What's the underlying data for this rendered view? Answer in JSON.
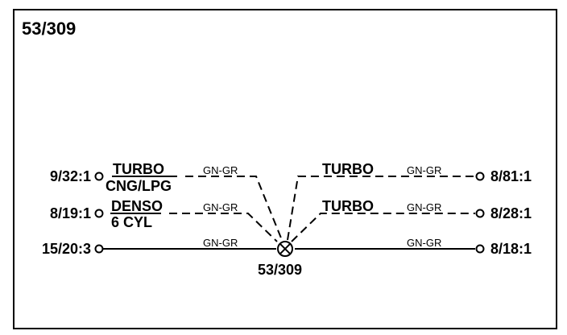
{
  "diagram": {
    "title": "53/309",
    "splice_label": "53/309",
    "wire_color": "GN-GR",
    "left": {
      "top": {
        "terminal": "9/32:1",
        "option_line1": "TURBO",
        "option_line2": "CNG/LPG"
      },
      "mid": {
        "terminal": "8/19:1",
        "option_line1": "DENSO",
        "option_line2": "6 CYL"
      },
      "bottom": {
        "terminal": "15/20:3"
      }
    },
    "right": {
      "top": {
        "terminal": "8/81:1",
        "option": "TURBO"
      },
      "mid": {
        "terminal": "8/28:1",
        "option": "TURBO"
      },
      "bottom": {
        "terminal": "8/18:1"
      }
    }
  }
}
